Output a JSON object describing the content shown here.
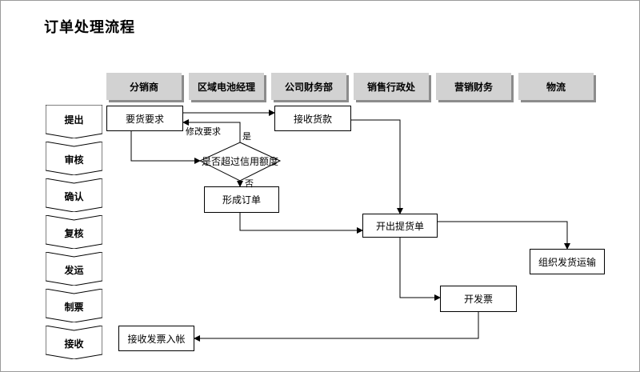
{
  "title": "订单处理流程",
  "columns": [
    "分销商",
    "区域电池经理",
    "公司财务部",
    "销售行政处",
    "营销财务",
    "物流"
  ],
  "stages": [
    "提出",
    "审核",
    "确认",
    "复核",
    "发运",
    "制票",
    "接收"
  ],
  "nodes": {
    "request": "要货要求",
    "receive_payment": "接收货款",
    "credit_check": "是否超过信用额度",
    "form_order": "形成订单",
    "issue_delivery": "开出提货单",
    "arrange_transport": "组织发货运输",
    "invoice": "开发票",
    "receive_invoice": "接收发票入帐"
  },
  "edge_labels": {
    "modify": "修改要求",
    "yes": "是",
    "no": "否"
  }
}
